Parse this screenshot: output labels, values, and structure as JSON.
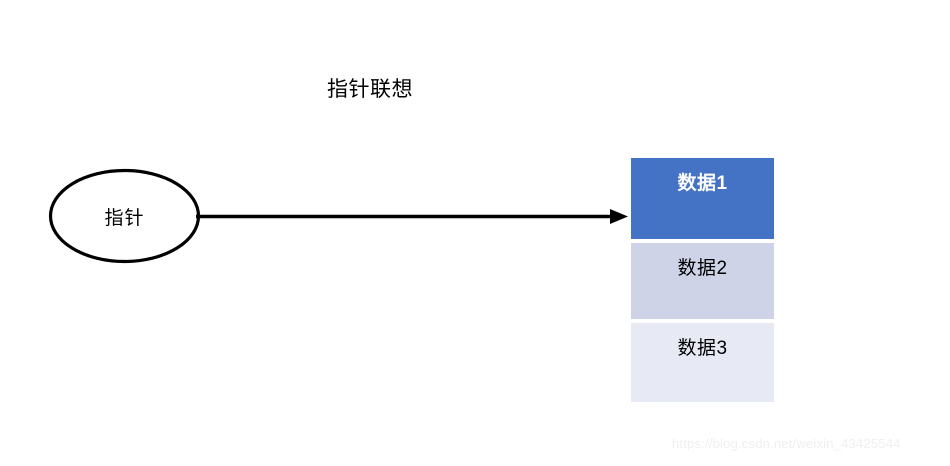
{
  "diagram": {
    "title": "指针联想",
    "pointer_node": {
      "label": "指针",
      "shape": "ellipse",
      "stroke_color": "#000000",
      "fill_color": "#ffffff"
    },
    "connector": {
      "type": "arrow",
      "direction": "left-to-right",
      "color": "#000000"
    },
    "data_boxes": [
      {
        "label": "数据1",
        "fill_color": "#4472c4",
        "text_color": "#ffffff",
        "emphasis": "bold"
      },
      {
        "label": "数据2",
        "fill_color": "#ced3e8",
        "text_color": "#000000",
        "emphasis": "normal"
      },
      {
        "label": "数据3",
        "fill_color": "#e7eaf4",
        "text_color": "#000000",
        "emphasis": "normal"
      }
    ]
  },
  "watermark": {
    "text": "https://blog.csdn.net/weixin_43425544"
  }
}
